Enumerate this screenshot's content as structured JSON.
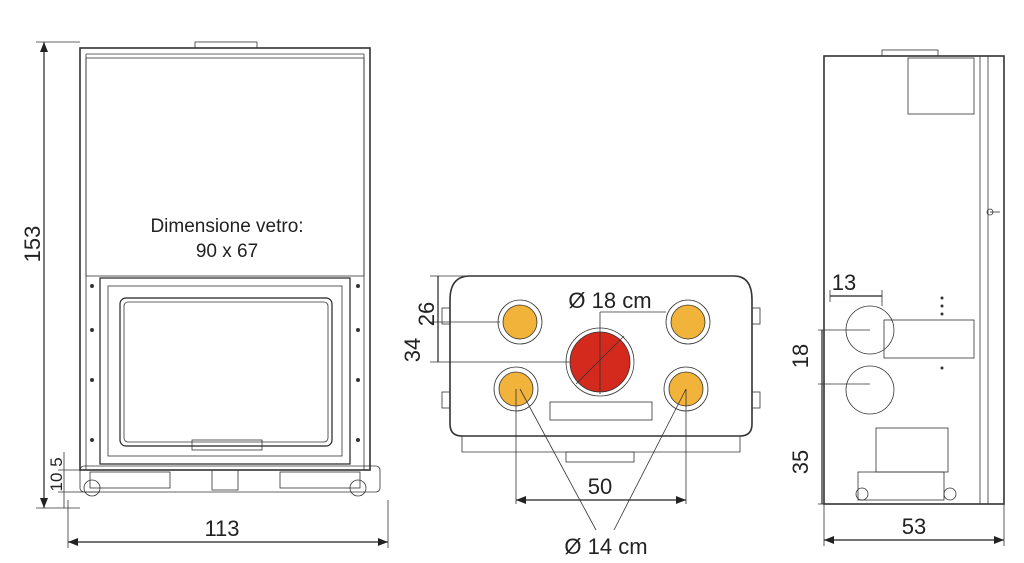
{
  "front_view": {
    "glass_caption_line1": "Dimensione vetro:",
    "glass_caption_line2": "90 x 67",
    "height_label": "153",
    "width_label": "113",
    "bottom_label_a": "10",
    "bottom_label_b": "5"
  },
  "top_view": {
    "large_outlet_label": "Ø 18 cm",
    "small_outlets_label": "Ø 14 cm",
    "spacing_label": "50",
    "offset_26_label": "26",
    "offset_34_label": "34",
    "colors": {
      "large_outlet": "#d42a1e",
      "small_outlet": "#f2b33b"
    }
  },
  "side_view": {
    "label_13": "13",
    "label_18": "18",
    "label_35": "35",
    "width_label": "53"
  }
}
